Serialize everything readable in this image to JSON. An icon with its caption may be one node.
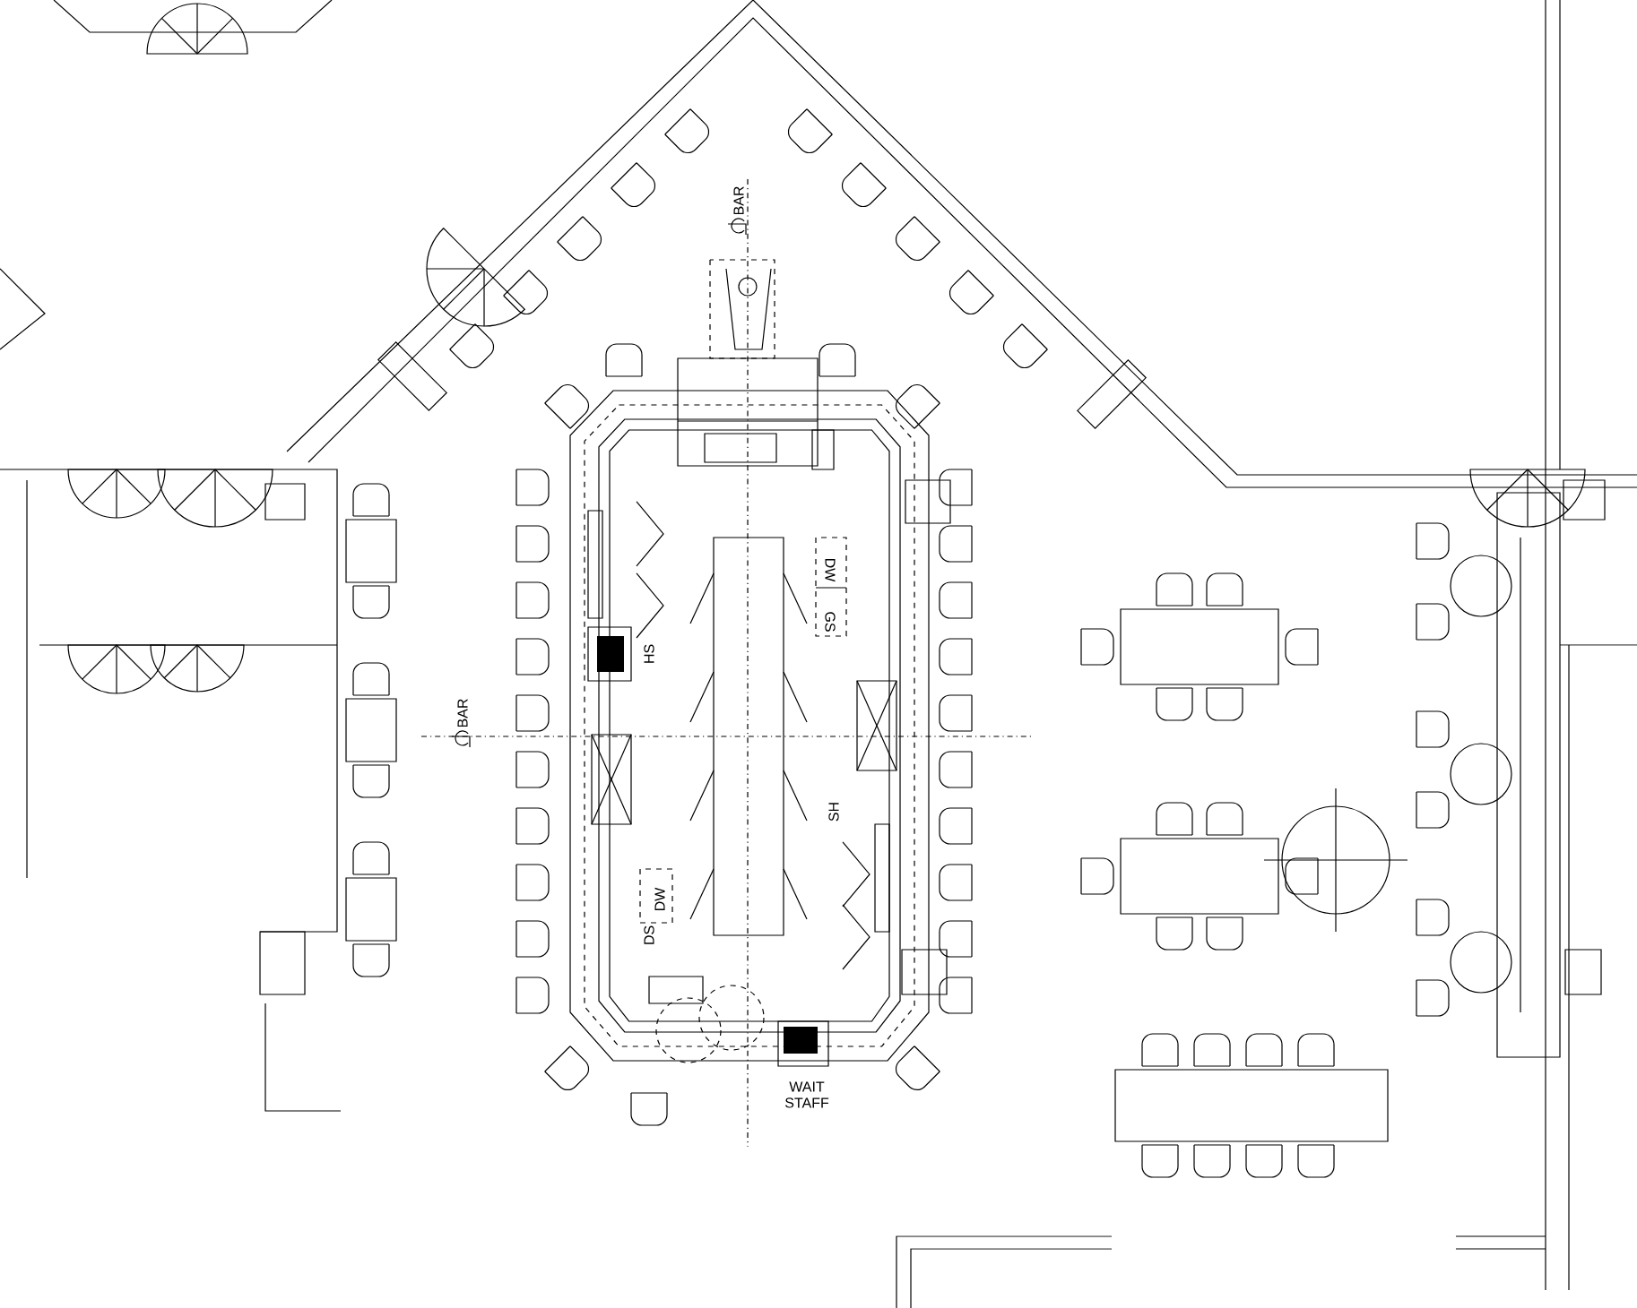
{
  "diagram": {
    "labels": [
      "BAR",
      "DW",
      "GS",
      "HS",
      "BAR",
      "SH",
      "DW",
      "DS",
      "WAIT STAFF"
    ]
  }
}
